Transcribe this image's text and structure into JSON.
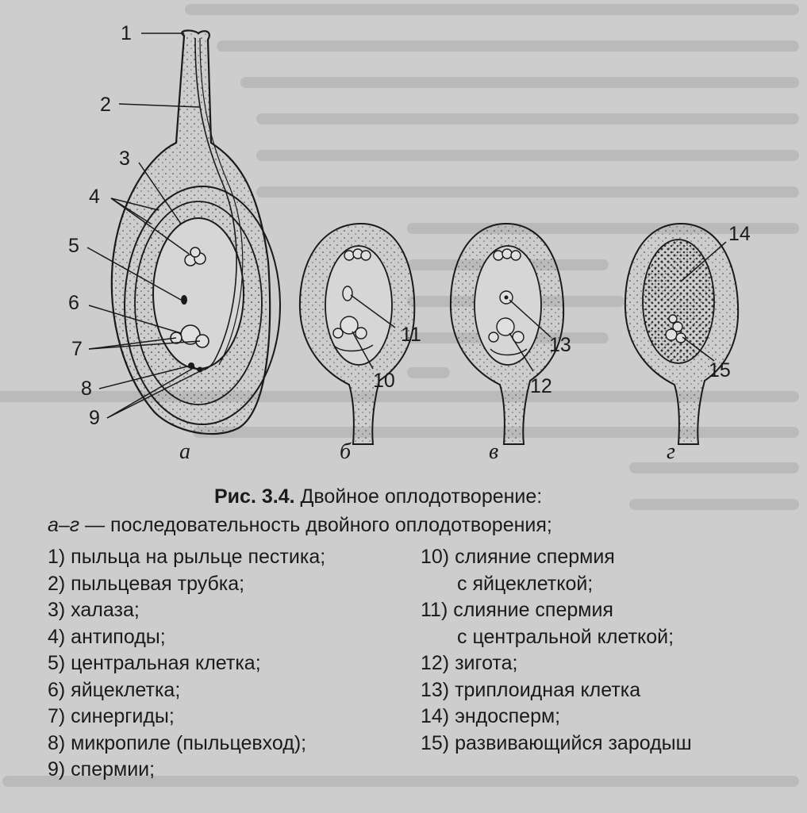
{
  "caption": {
    "label": "Рис. 3.4.",
    "title": "Двойное оплодотворение:",
    "range": "а–г",
    "subtitle": " — последовательность двойного оплодотворения;"
  },
  "panels": [
    "а",
    "б",
    "в",
    "г"
  ],
  "callouts": [
    "1",
    "2",
    "3",
    "4",
    "5",
    "6",
    "7",
    "8",
    "9",
    "10",
    "11",
    "12",
    "13",
    "14",
    "15"
  ],
  "legend": {
    "left": [
      "1) пыльца на рыльце пестика;",
      "2) пыльцевая трубка;",
      "3) халаза;",
      "4) антиподы;",
      "5) центральная клетка;",
      "6) яйцеклетка;",
      "7) синергиды;",
      "8) микропиле (пыльцевход);",
      "9) спермии;"
    ],
    "right": [
      {
        "line1": "10) слияние спермия",
        "line2": "с яйцеклеткой;"
      },
      {
        "line1": "11) слияние спермия",
        "line2": "с центральной клеткой;"
      },
      {
        "line1": "12) зигота;"
      },
      {
        "line1": "13) триплоидная клетка"
      },
      {
        "line1": "14) эндосперм;"
      },
      {
        "line1": "15) развивающийся зародыш"
      }
    ]
  }
}
